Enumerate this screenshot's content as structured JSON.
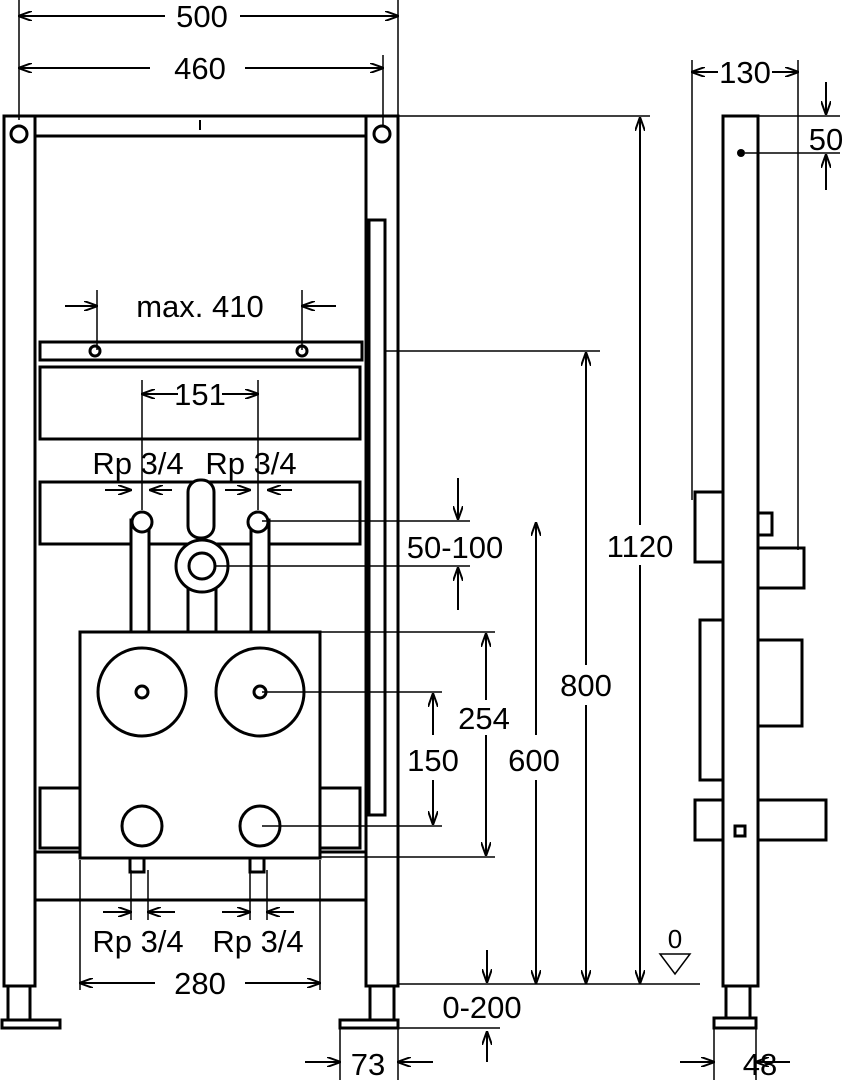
{
  "drawing": {
    "front_view": {
      "overall_width": "500",
      "post_spacing": "460",
      "max_crossbar": "max. 410",
      "connection_spacing": "151",
      "top_left_connection": "Rp 3/4",
      "top_right_connection": "Rp 3/4",
      "outlet_offset": "50-100",
      "bottom_left_connection": "Rp 3/4",
      "bottom_right_connection": "Rp 3/4",
      "box_width": "280",
      "box_height": "254",
      "port_spacing": "150",
      "outlet_height": "600",
      "crossbar_height": "800",
      "total_height": "1120",
      "floor_level": "0",
      "foot_adjust": "0-200",
      "foot_width": "73"
    },
    "side_view": {
      "depth": "130",
      "top_offset": "50",
      "foot_depth": "48"
    }
  }
}
